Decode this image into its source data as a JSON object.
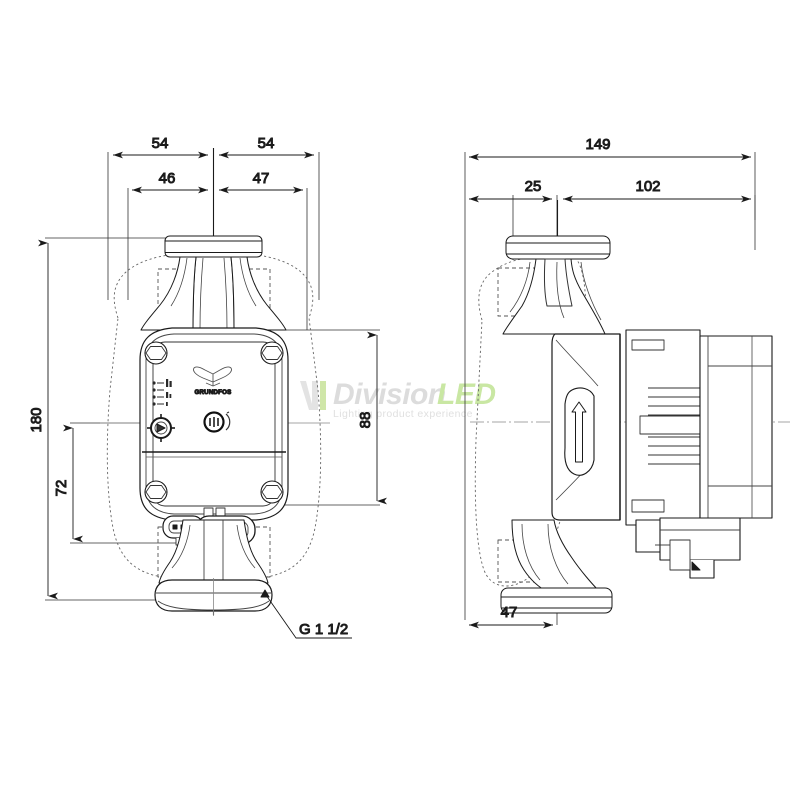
{
  "document": {
    "type": "technical-dimension-drawing",
    "subject": "Grundfos circulator pump",
    "units_note": "mm",
    "background_color": "#ffffff",
    "line_color": "#1a1a1a",
    "hidden_line_color": "#555555"
  },
  "watermark": {
    "text_part1": "Division",
    "text_part2": "LED",
    "tagline": "Lighting product experience",
    "color_part1": "#d9d9d9",
    "color_part2": "#c3e49a",
    "tagline_color": "#dcdcdc",
    "mark_color": "#e0e0e0",
    "mark_accent": "#cfe6a8"
  },
  "views": {
    "front": {
      "name": "front-view",
      "brand_label": "GRUNDFOS",
      "thread_callout": "G 1 1/2",
      "dimensions": {
        "top_outer_left": "54",
        "top_outer_right": "54",
        "top_inner_left": "46",
        "top_inner_right": "47",
        "height_total": "180",
        "height_lower": "72",
        "height_body": "88"
      }
    },
    "side": {
      "name": "side-view",
      "dimensions": {
        "overall_length": "149",
        "flange_to_center": "25",
        "center_to_end": "102",
        "base_width": "47"
      }
    }
  }
}
